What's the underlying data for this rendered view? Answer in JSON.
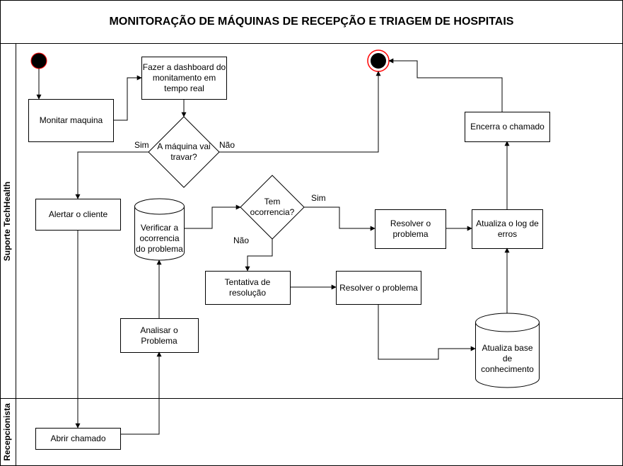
{
  "title": "MONITORAÇÃO DE MÁQUINAS DE RECEPÇÃO E TRIAGEM DE HOSPITAIS",
  "lanes": {
    "suporte": "Suporte TechHealth",
    "recepcionista": "Recepcionista"
  },
  "nodes": {
    "monitorar": "Monitar maquina",
    "dashboard": "Fazer a dashboard do monitamento em tempo real",
    "decisao_travar": "A máquina vai travar?",
    "alertar": "Alertar o cliente",
    "verificar": "Verificar a ocorrencia do problema",
    "decisao_ocorrencia": "Tem ocorrencia?",
    "resolver1": "Resolver o problema",
    "atualiza_log": "Atualiza o log de erros",
    "encerra": "Encerra o chamado",
    "tentativa": "Tentativa de resolução",
    "resolver2": "Resolver o problema",
    "analisar": "Analisar o Problema",
    "atualiza_base": "Atualiza base de conhecimento",
    "abrir_chamado": "Abrir chamado"
  },
  "edge_labels": {
    "sim_travar": "Sim",
    "nao_travar": "Não",
    "sim_ocorrencia": "Sim",
    "nao_ocorrencia": "Não"
  },
  "colors": {
    "stroke": "#000000",
    "end_ring": "#ff0000",
    "start_fill": "#000000",
    "start_stroke": "#ff0000"
  }
}
